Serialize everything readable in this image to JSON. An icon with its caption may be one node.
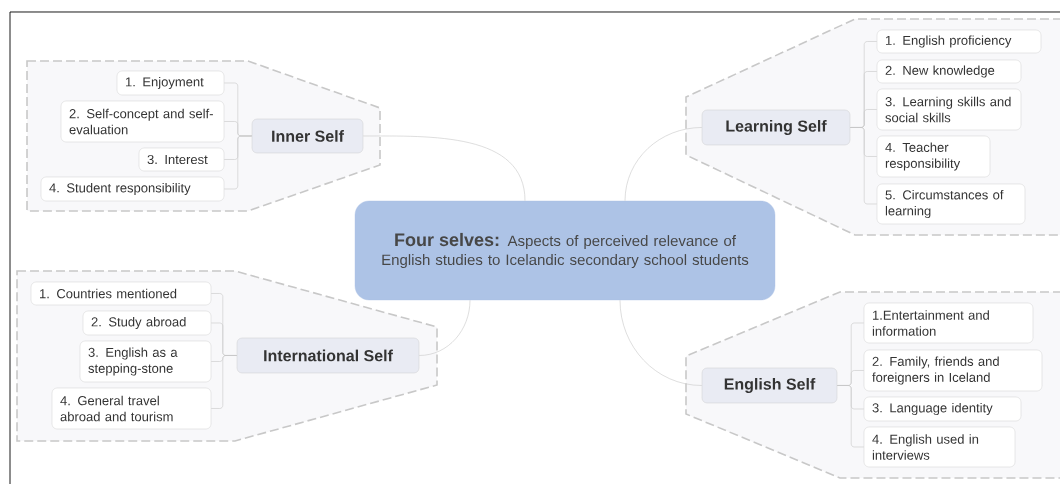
{
  "diagram": {
    "nodes": [
      {
        "text": [
          "Four selves:",
          "Aspects of perceived relevance of English studies to Icelandic secondary school students"
        ]
      },
      {
        "text": [
          "Inner Self"
        ]
      },
      {
        "text": [
          "1. Enjoyment"
        ]
      },
      {
        "text": [
          "2. Self-concept and self-evaluation"
        ]
      },
      {
        "text": [
          "3. Interest"
        ]
      },
      {
        "text": [
          "4. Student responsibility"
        ]
      },
      {
        "text": [
          "Learning Self"
        ]
      },
      {
        "text": [
          "1. English proficiency"
        ]
      },
      {
        "text": [
          "2. New knowledge"
        ]
      },
      {
        "text": [
          "3. Learning skills and social skills"
        ]
      },
      {
        "text": [
          "4. Teacher responsibility"
        ]
      },
      {
        "text": [
          "5. Circumstances of learning"
        ]
      },
      {
        "text": [
          "International Self"
        ]
      },
      {
        "text": [
          "1. Countries mentioned"
        ]
      },
      {
        "text": [
          "2. Study abroad"
        ]
      },
      {
        "text": [
          "3. English as a stepping-stone"
        ]
      },
      {
        "text": [
          "4. General travel abroad and tourism"
        ]
      },
      {
        "text": [
          "English Self"
        ]
      },
      {
        "text": [
          "1.Entertainment and information"
        ]
      },
      {
        "text": [
          "2. Family, friends and foreigners in Iceland"
        ]
      },
      {
        "text": [
          "3. Language identity"
        ]
      },
      {
        "text": [
          "4. English used in interviews"
        ]
      }
    ],
    "edges": [
      {
        "from": 0,
        "to": 1,
        "arrow": "none"
      },
      {
        "from": 0,
        "to": 6,
        "arrow": "none"
      },
      {
        "from": 0,
        "to": 12,
        "arrow": "none"
      },
      {
        "from": 0,
        "to": 17,
        "arrow": "none"
      },
      {
        "from": 1,
        "to": 2,
        "arrow": "none"
      },
      {
        "from": 1,
        "to": 3,
        "arrow": "none"
      },
      {
        "from": 1,
        "to": 4,
        "arrow": "none"
      },
      {
        "from": 1,
        "to": 5,
        "arrow": "none"
      },
      {
        "from": 6,
        "to": 7,
        "arrow": "none"
      },
      {
        "from": 6,
        "to": 8,
        "arrow": "none"
      },
      {
        "from": 6,
        "to": 9,
        "arrow": "none"
      },
      {
        "from": 6,
        "to": 10,
        "arrow": "none"
      },
      {
        "from": 6,
        "to": 11,
        "arrow": "none"
      },
      {
        "from": 12,
        "to": 13,
        "arrow": "none"
      },
      {
        "from": 12,
        "to": 14,
        "arrow": "none"
      },
      {
        "from": 12,
        "to": 15,
        "arrow": "none"
      },
      {
        "from": 12,
        "to": 16,
        "arrow": "none"
      },
      {
        "from": 17,
        "to": 18,
        "arrow": "none"
      },
      {
        "from": 17,
        "to": 19,
        "arrow": "none"
      },
      {
        "from": 17,
        "to": 20,
        "arrow": "none"
      },
      {
        "from": 17,
        "to": 21,
        "arrow": "none"
      }
    ]
  }
}
